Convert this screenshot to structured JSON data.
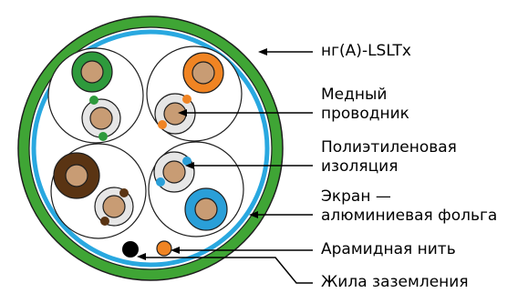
{
  "labels": {
    "sheath": "нг(А)-LSLTx",
    "conductor_line1": "Медный",
    "conductor_line2": "проводник",
    "insulation_line1": "Полиэтиленовая",
    "insulation_line2": "изоляция",
    "screen_line1": "Экран —",
    "screen_line2": "алюминиевая фольга",
    "aramid": "Арамидная нить",
    "ground": "Жила заземления"
  },
  "colors": {
    "sheath": "#3fa535",
    "screen": "#29a8e0",
    "copper": "#c89c74",
    "green": "#2e9a3c",
    "orange": "#f08423",
    "brown": "#5a3413",
    "blue": "#2a9fd8",
    "white_insulation": "#e6e6e6",
    "ground_wire": "#000000"
  },
  "pairs": [
    {
      "name": "green-pair",
      "color": "green"
    },
    {
      "name": "orange-pair",
      "color": "orange"
    },
    {
      "name": "brown-pair",
      "color": "brown"
    },
    {
      "name": "blue-pair",
      "color": "blue"
    }
  ]
}
